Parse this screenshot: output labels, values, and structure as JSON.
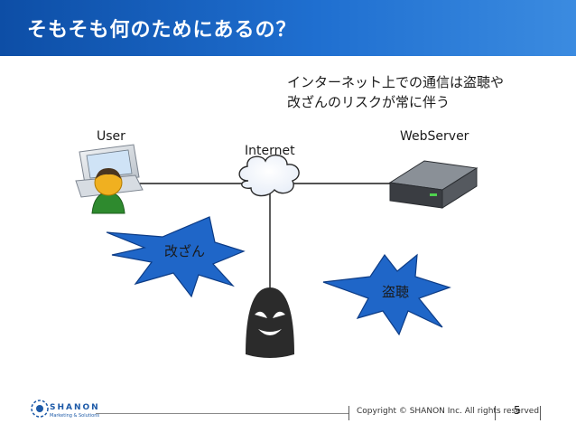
{
  "header": {
    "title": "そもそも何のためにあるの？"
  },
  "caption": {
    "line1": "インターネット上での通信は盗聴や",
    "line2": "改ざんのリスクが常に伴う"
  },
  "nodes": {
    "user": "User",
    "internet": "Internet",
    "server": "WebServer"
  },
  "threats": {
    "tamper": "改ざん",
    "eavesdrop": "盗聴"
  },
  "footer": {
    "copyright": "Copyright © SHANON Inc. All rights reserved.",
    "page": "5",
    "logo": "SHANON",
    "logo_sub": "Marketing & Solutions"
  },
  "colors": {
    "header": "#1f6fd0",
    "burst": "#1f66c8",
    "burst_stroke": "#0d3c86",
    "person_shirt": "#2e8a2e",
    "person_face": "#f0b020",
    "server": "#3a3d42",
    "attacker": "#2b2b2b"
  }
}
